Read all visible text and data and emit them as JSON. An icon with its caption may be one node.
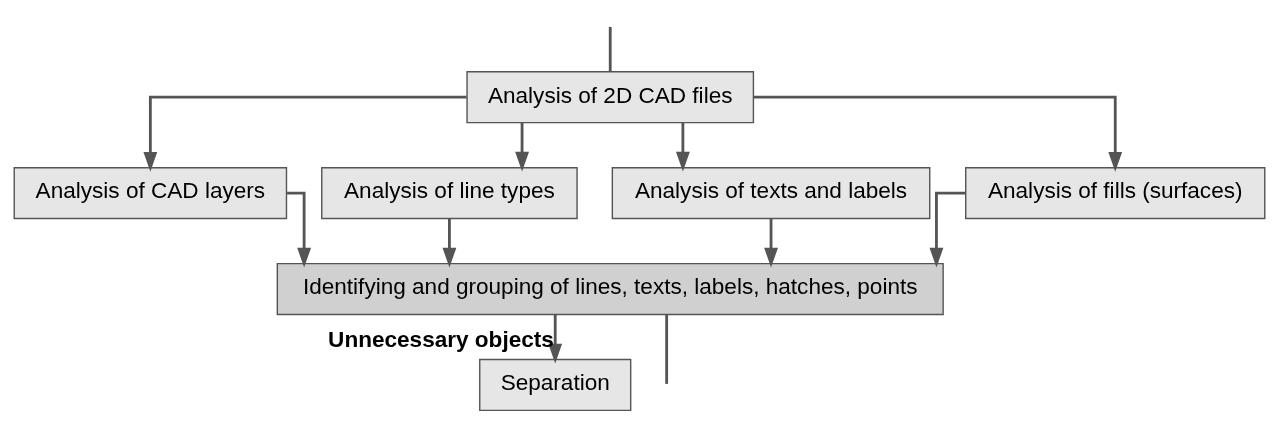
{
  "diagram": {
    "nodes": [
      {
        "text": [
          "Analysis of 2D CAD files"
        ]
      },
      {
        "text": [
          "Analysis of CAD layers"
        ]
      },
      {
        "text": [
          "Analysis of line types"
        ]
      },
      {
        "text": [
          "Analysis of texts and labels"
        ]
      },
      {
        "text": [
          "Analysis of fills (surfaces)"
        ]
      },
      {
        "text": [
          "Identifying and grouping of lines, texts, labels, hatches, points"
        ]
      },
      {
        "text": [
          "Separation"
        ]
      }
    ],
    "edges": [
      {
        "from": null,
        "to": 0,
        "arrow": "none"
      },
      {
        "from": 0,
        "to": 1,
        "arrow": "to"
      },
      {
        "from": 0,
        "to": 2,
        "arrow": "to"
      },
      {
        "from": 0,
        "to": 3,
        "arrow": "to"
      },
      {
        "from": 0,
        "to": 4,
        "arrow": "to"
      },
      {
        "from": 1,
        "to": 5,
        "arrow": "to"
      },
      {
        "from": 2,
        "to": 5,
        "arrow": "to"
      },
      {
        "from": 3,
        "to": 5,
        "arrow": "to"
      },
      {
        "from": 4,
        "to": 5,
        "arrow": "to"
      },
      {
        "from": 5,
        "to": 6,
        "label": "Unnecessary objects",
        "arrow": "to"
      },
      {
        "from": 5,
        "to": null,
        "arrow": "none"
      }
    ]
  }
}
